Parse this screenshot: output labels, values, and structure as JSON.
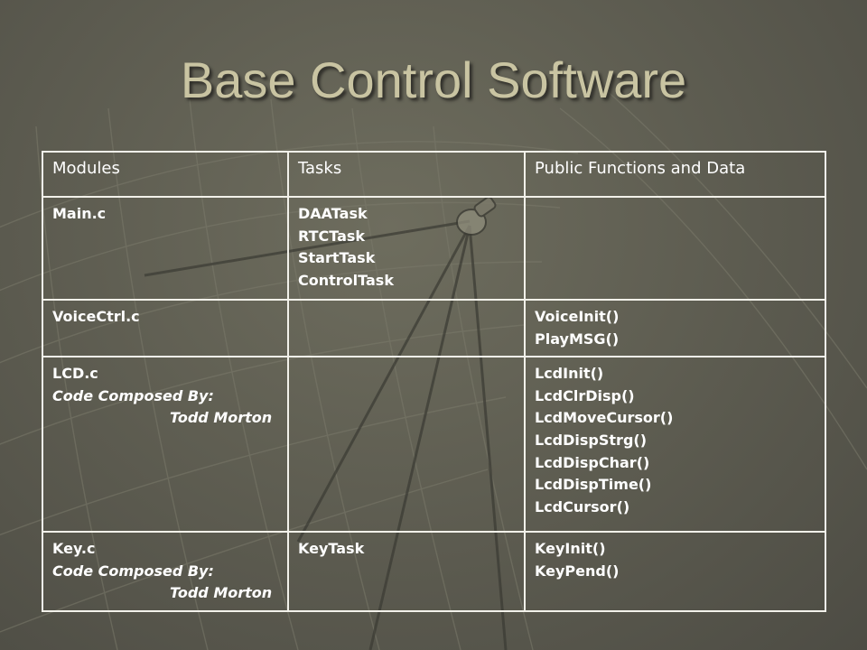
{
  "slide": {
    "title": "Base Control Software"
  },
  "table": {
    "headers": [
      "Modules",
      "Tasks",
      "Public Functions and Data"
    ],
    "rows": [
      {
        "module": "Main.c",
        "tasks": [
          "DAATask",
          "RTCTask",
          "StartTask",
          "ControlTask"
        ],
        "functions": []
      },
      {
        "module": "VoiceCtrl.c",
        "tasks": [],
        "functions": [
          "VoiceInit()",
          "PlayMSG()"
        ]
      },
      {
        "module": "LCD.c",
        "credit_label": "Code Composed By:",
        "credit_name": "Todd Morton",
        "tasks": [],
        "functions": [
          "LcdInit()",
          "LcdClrDisp()",
          "LcdMoveCursor()",
          "LcdDispStrg()",
          "LcdDispChar()",
          "LcdDispTime()",
          "LcdCursor()"
        ]
      },
      {
        "module": "Key.c",
        "credit_label": "Code Composed By:",
        "credit_name": "Todd Morton",
        "tasks": [
          "KeyTask"
        ],
        "functions": [
          "KeyInit()",
          "KeyPend()"
        ]
      }
    ]
  },
  "colors": {
    "background": "#5f5e52",
    "title": "#c9c4a2",
    "text": "#ffffff",
    "border": "#f2f1ea"
  }
}
